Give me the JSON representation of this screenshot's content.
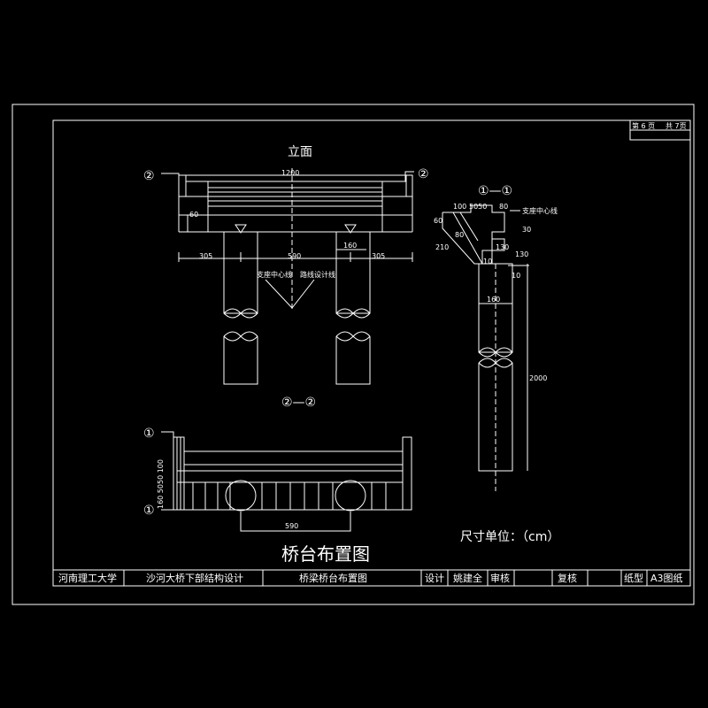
{
  "views": {
    "elevation": {
      "title": "立面",
      "section_mark_left": "②",
      "section_mark_right": "②",
      "dim_total": "1200",
      "dim_left": "305",
      "dim_mid": "590",
      "dim_right": "305",
      "dim_small": "60",
      "dim_pile": "160",
      "label_support": "支座中心线",
      "label_design": "路线设计线"
    },
    "section_11": {
      "title": "①—①",
      "dims": [
        "100",
        "5050",
        "80",
        "60",
        "210",
        "30",
        "80",
        "130",
        "130",
        "10",
        "10",
        "160",
        "2000"
      ],
      "label_support": "支座中心线"
    },
    "section_22": {
      "title": "②—②",
      "section_mark_top": "①",
      "section_mark_bottom": "①",
      "dim_left": "160 5050 100",
      "dim_bottom": "590"
    }
  },
  "unit_note": "尺寸单位：（cm）",
  "drawing_title": "桥台布置图",
  "sheet": {
    "page": "第 6 页",
    "total": "共 7页"
  },
  "title_block": {
    "school": "河南理工大学",
    "project": "沙河大桥下部结构设计",
    "drawing": "桥梁桥台布置图",
    "design_label": "设计",
    "designer": "姚建全",
    "review_label": "审核",
    "recheck_label": "复核",
    "paper_label": "纸型",
    "paper": "A3图纸"
  }
}
